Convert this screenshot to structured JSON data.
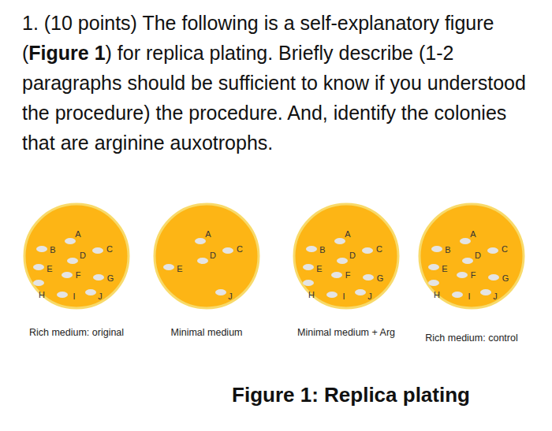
{
  "diagram": {
    "caption": "Figure 1: Replica plating",
    "nodes": [
      {
        "text": [
          "Rich medium: original",
          "A",
          "B",
          "C",
          "D",
          "E",
          "F",
          "G",
          "H",
          "I",
          "J"
        ]
      },
      {
        "text": [
          "Minimal medium",
          "A",
          "C",
          "D",
          "E",
          "J"
        ]
      },
      {
        "text": [
          "Minimal medium + Arg",
          "A",
          "B",
          "C",
          "D",
          "E",
          "F",
          "G",
          "H",
          "I",
          "J"
        ]
      },
      {
        "text": [
          "Rich medium: control",
          "A",
          "B",
          "C",
          "D",
          "E",
          "F",
          "G",
          "H",
          "I",
          "J"
        ]
      }
    ],
    "labels": [
      "1. (10 points) The following is a self-explanatory figure (",
      "Figure 1",
      ") for replica plating. Briefly describe (1-2 paragraphs should be sufficient to know if you understood the procedure) the procedure.  And, identify the colonies that are arginine auxotrophs."
    ]
  }
}
